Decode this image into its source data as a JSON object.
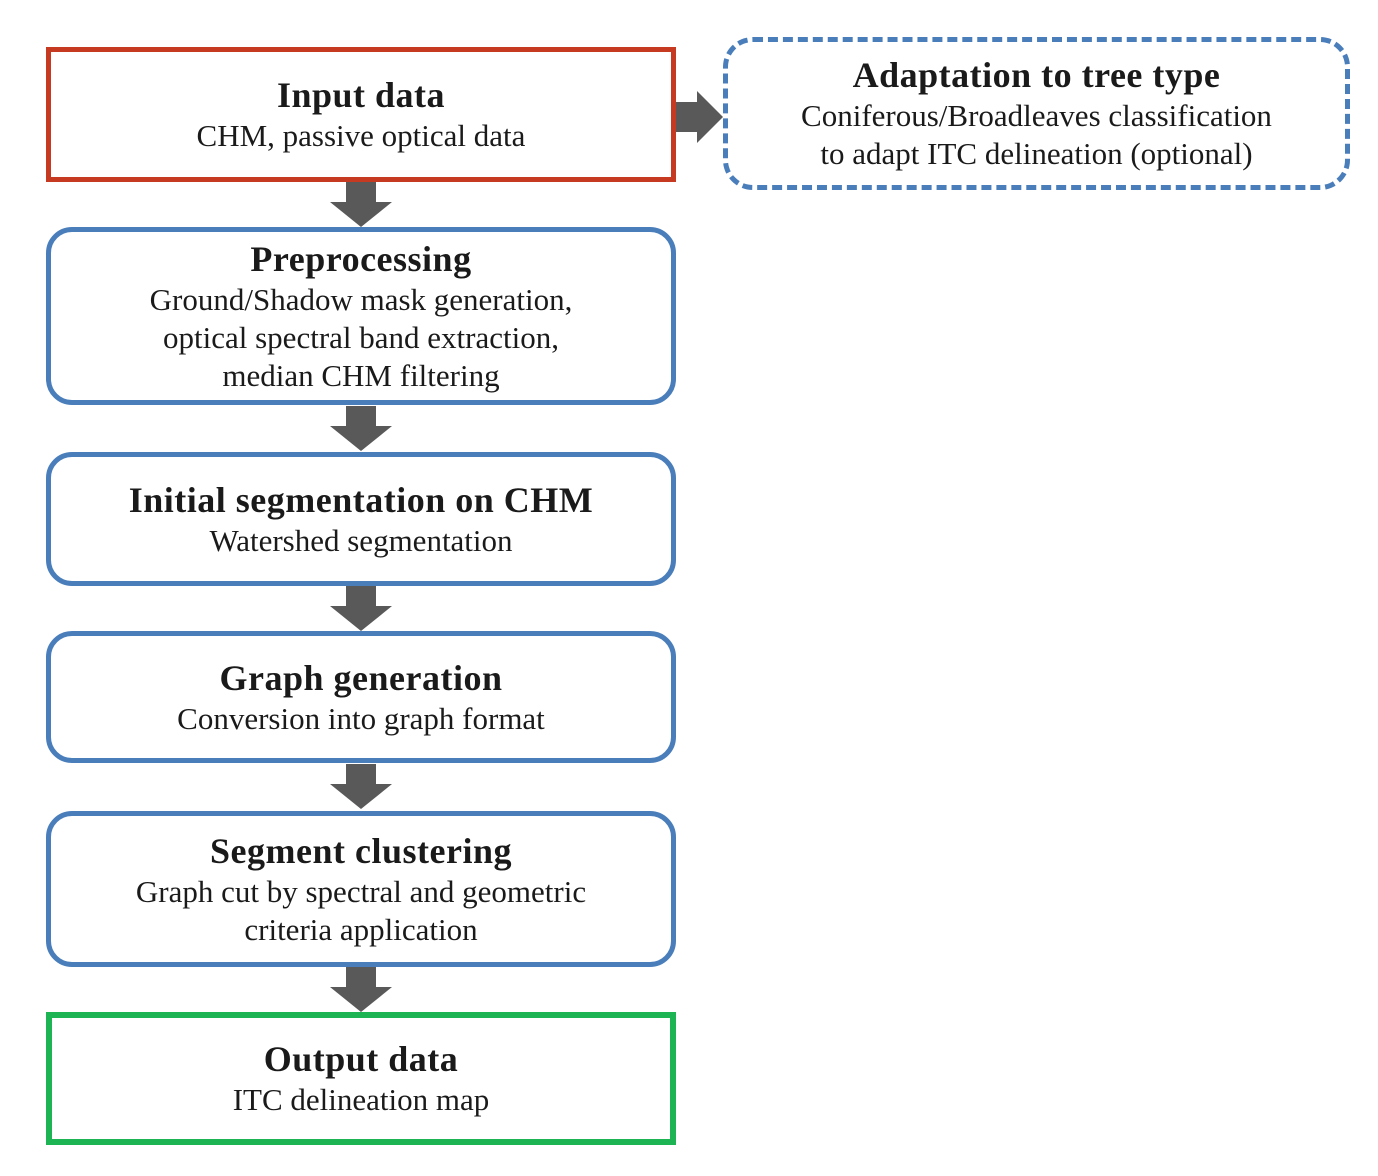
{
  "colors": {
    "red": "#c63a21",
    "blue": "#4a7ebb",
    "green": "#1db454",
    "arrow": "#595959",
    "text": "#1a1a1a",
    "bg": "#ffffff"
  },
  "boxes": {
    "input": {
      "title": "Input data",
      "subtitle_lines": [
        "CHM, passive optical data"
      ]
    },
    "adaptation": {
      "title": "Adaptation to tree type",
      "subtitle_lines": [
        "Coniferous/Broadleaves classification",
        "to adapt ITC delineation (optional)"
      ]
    },
    "preprocessing": {
      "title": "Preprocessing",
      "subtitle_lines": [
        "Ground/Shadow mask generation,",
        "optical spectral band extraction,",
        "median CHM filtering"
      ]
    },
    "initial_segmentation": {
      "title": "Initial segmentation on CHM",
      "subtitle_lines": [
        "Watershed segmentation"
      ]
    },
    "graph_generation": {
      "title": "Graph generation",
      "subtitle_lines": [
        "Conversion into graph format"
      ]
    },
    "segment_clustering": {
      "title": "Segment clustering",
      "subtitle_lines": [
        "Graph cut by spectral and geometric",
        "criteria application"
      ]
    },
    "output": {
      "title": "Output data",
      "subtitle_lines": [
        "ITC delineation map"
      ]
    }
  }
}
